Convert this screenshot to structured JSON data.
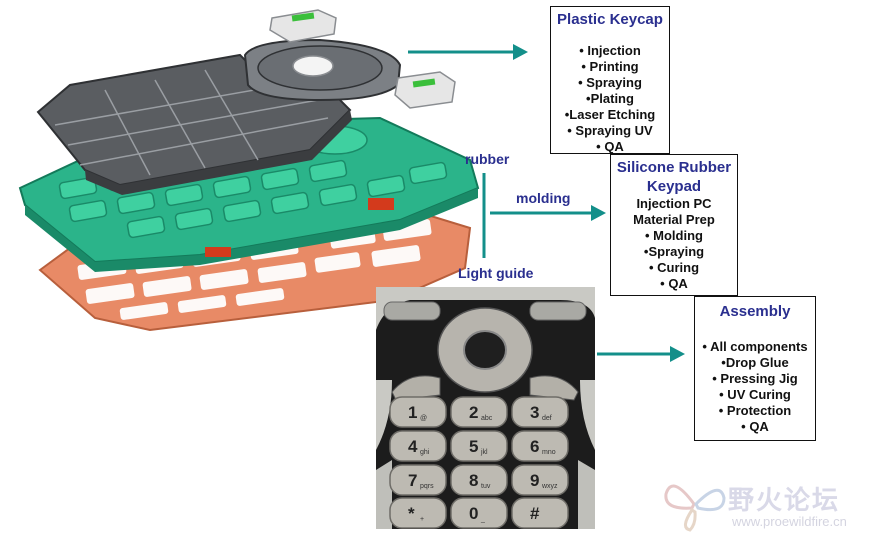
{
  "boxes": {
    "plastic_keycap": {
      "title": "Plastic Keycap",
      "items": [
        "• Injection",
        "• Printing",
        "• Spraying",
        "•Plating",
        "•Laser Etching",
        "• Spraying UV",
        "• QA"
      ]
    },
    "silicone_rubber_keypad": {
      "title_line1": "Silicone Rubber",
      "title_line2": "Keypad",
      "items": [
        "Injection PC",
        "Material Prep",
        "• Molding",
        "•Spraying",
        "• Curing",
        "• QA"
      ]
    },
    "assembly": {
      "title": "Assembly",
      "items": [
        "• All components",
        "•Drop Glue",
        "• Pressing Jig",
        "• UV Curing",
        "• Protection",
        "• QA"
      ]
    }
  },
  "labels": {
    "rubber": "rubber",
    "molding": "molding",
    "light_guide": "Light guide"
  },
  "watermark": {
    "chinese": "野火论坛",
    "url": "www.proewildfire.cn"
  },
  "colors": {
    "arrow": "#138f8a",
    "keycap": "#5a5d61",
    "rubber": "#2bb48a",
    "light_guide": "#e88a66",
    "title_text": "#2a2f8f"
  },
  "keypad_keys": [
    {
      "num": "1",
      "sub": "@"
    },
    {
      "num": "2",
      "sub": "abc"
    },
    {
      "num": "3",
      "sub": "def"
    },
    {
      "num": "4",
      "sub": "ghi"
    },
    {
      "num": "5",
      "sub": "jkl"
    },
    {
      "num": "6",
      "sub": "mno"
    },
    {
      "num": "7",
      "sub": "pqrs"
    },
    {
      "num": "8",
      "sub": "tuv"
    },
    {
      "num": "9",
      "sub": "wxyz"
    },
    {
      "num": "*",
      "sub": "+"
    },
    {
      "num": "0",
      "sub": "_"
    },
    {
      "num": "#",
      "sub": ""
    }
  ]
}
